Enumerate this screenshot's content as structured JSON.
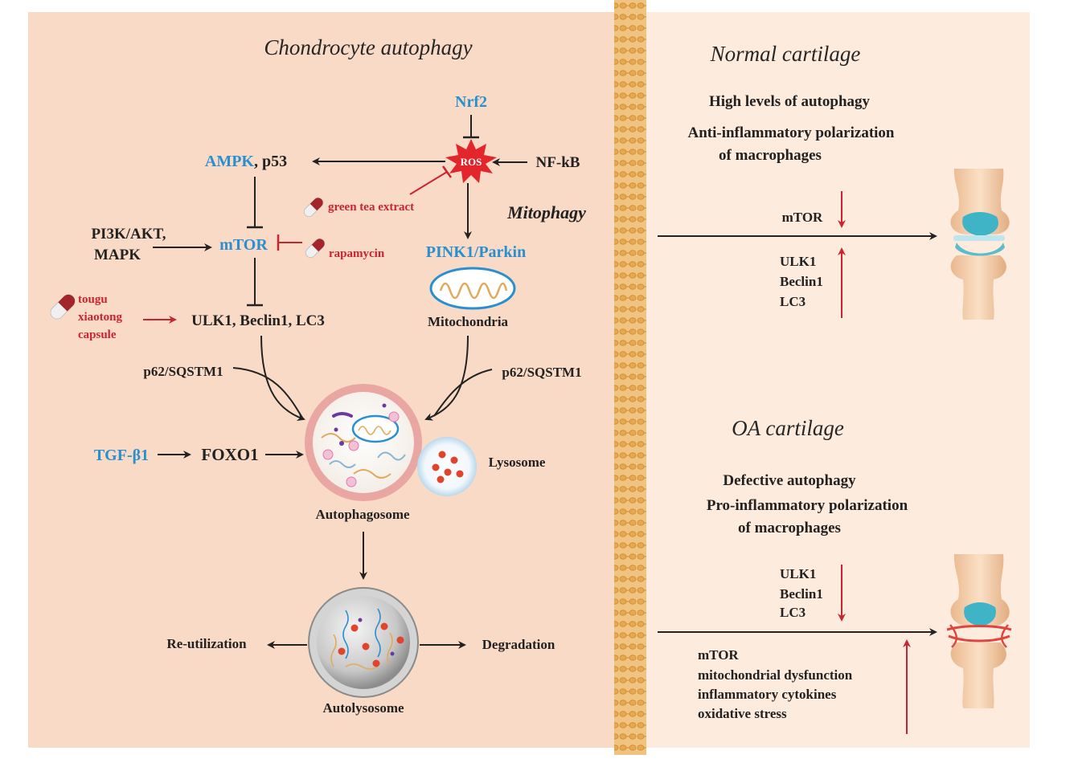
{
  "left": {
    "title": "Chondrocyte autophagy",
    "mitophagy": "Mitophagy",
    "nodes": {
      "nrf2": "Nrf2",
      "ros": "ROS",
      "nfkb": "NF-kB",
      "ampk": "AMPK",
      "p53": ", p53",
      "mtor": "mTOR",
      "pi3k_line1": "PI3K/AKT,",
      "pi3k_line2": "MAPK",
      "ulk": "ULK1, Beclin1, LC3",
      "pink": "PINK1/Parkin",
      "mitochondria": "Mitochondria",
      "p62_left": "p62/SQSTM1",
      "p62_right": "p62/SQSTM1",
      "tgf": "TGF-β1",
      "foxo": "FOXO1",
      "lysosome": "Lysosome",
      "autophagosome": "Autophagosome",
      "reutil": "Re-utilization",
      "degradation": "Degradation",
      "autolysosome": "Autolysosome"
    },
    "drugs": {
      "green_tea": "green tea extract",
      "rapamycin": "rapamycin",
      "tougu_1": "tougu",
      "tougu_2": "xiaotong",
      "tougu_3": "capsule"
    }
  },
  "normal": {
    "title": "Normal cartilage",
    "line1": "High levels of autophagy",
    "line2": "Anti-inflammatory polarization",
    "line3": "of macrophages",
    "mtor": "mTOR",
    "ulk1": "ULK1",
    "beclin1": "Beclin1",
    "lc3": "LC3"
  },
  "oa": {
    "title": "OA cartilage",
    "line1": "Defective autophagy",
    "line2": "Pro-inflammatory polarization",
    "line3": "of macrophages",
    "ulk1": "ULK1",
    "beclin1": "Beclin1",
    "lc3": "LC3",
    "factors": [
      "mTOR",
      "mitochondrial dysfunction",
      "inflammatory cytokines",
      "oxidative stress"
    ]
  },
  "colors": {
    "panel_bg": "#f9dac6",
    "blue": "#2a8fcf",
    "red": "#c9242f",
    "membrane": "#e3a95a"
  }
}
